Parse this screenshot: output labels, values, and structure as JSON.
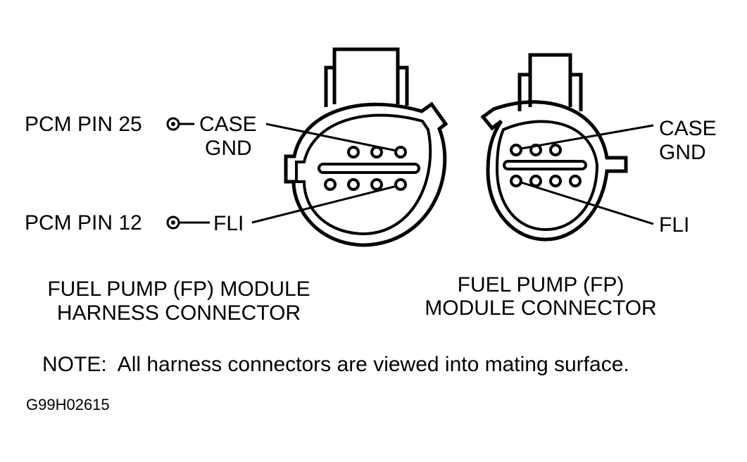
{
  "colors": {
    "ink": "#000000",
    "paper": "#ffffff"
  },
  "harness_connector": {
    "pin25_label": "PCM PIN 25",
    "pin12_label": "PCM PIN 12",
    "case_label": "CASE",
    "gnd_label": "GND",
    "fli_label": "FLI",
    "title_line1": "FUEL PUMP (FP) MODULE",
    "title_line2": "HARNESS CONNECTOR"
  },
  "module_connector": {
    "case_label": "CASE",
    "gnd_label": "GND",
    "fli_label": "FLI",
    "title_line1": "FUEL PUMP (FP)",
    "title_line2": "MODULE CONNECTOR"
  },
  "note": "NOTE:  All harness connectors are viewed into mating surface.",
  "figure_id": "G99H02615"
}
